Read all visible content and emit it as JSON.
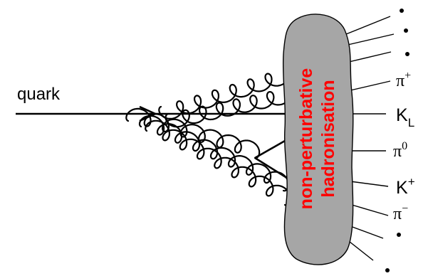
{
  "diagram": {
    "quark_label": "quark",
    "blob_text_line1": "non-perturbative",
    "blob_text_line2": "hadronisation",
    "colors": {
      "blob": "#a6a6a6",
      "blob_text": "#ff0000",
      "lines": "#000000"
    },
    "hadrons": [
      {
        "id": "pi-plus",
        "base": "π",
        "sup": "+",
        "sub": ""
      },
      {
        "id": "k-long",
        "base": "K",
        "sup": "",
        "sub": "L"
      },
      {
        "id": "pi-zero",
        "base": "π",
        "sup": "0",
        "sub": ""
      },
      {
        "id": "k-plus",
        "base": "K",
        "sup": "+",
        "sub": ""
      },
      {
        "id": "pi-minus",
        "base": "π",
        "sup": "−",
        "sub": ""
      }
    ]
  }
}
